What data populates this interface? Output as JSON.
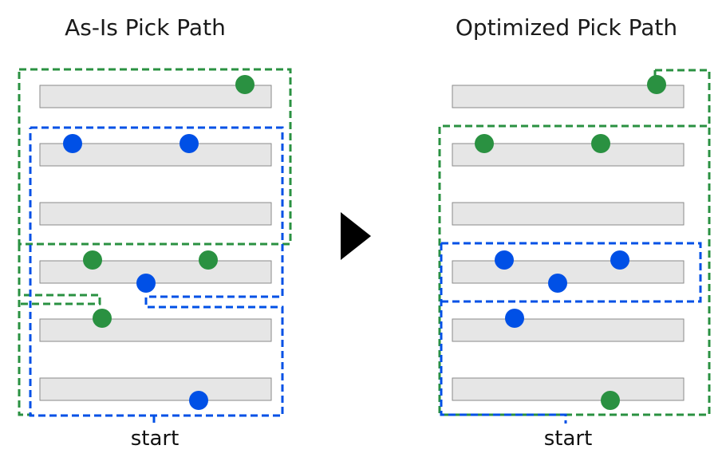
{
  "colors": {
    "green": "#2a9141",
    "blue": "#0050e6",
    "shelf_fill": "#e6e6e6",
    "shelf_stroke": "#8a8a8a",
    "arrow": "#000000"
  },
  "left_panel": {
    "title": "As-Is Pick Path",
    "start_label": "start"
  },
  "right_panel": {
    "title": "Optimized Pick Path",
    "start_label": "start"
  },
  "arrow_icon": "triangle-right-icon"
}
